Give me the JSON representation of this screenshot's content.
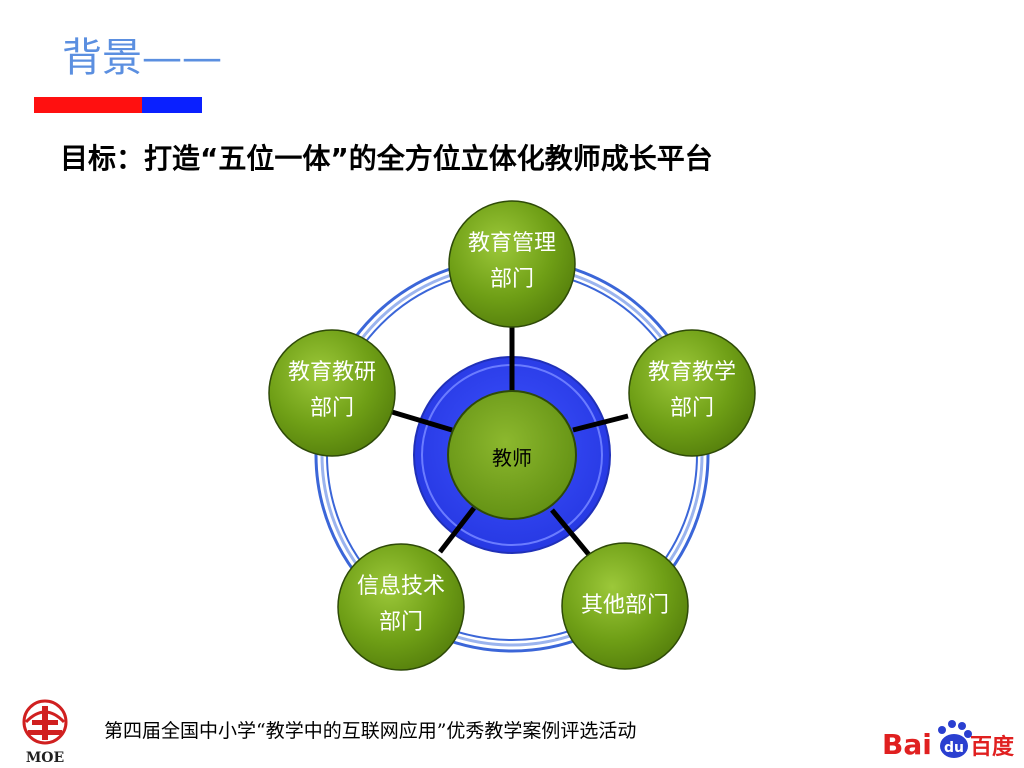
{
  "slide": {
    "title": "背景——",
    "subtitle": "目标：打造“五位一体”的全方位立体化教师成长平台"
  },
  "diagram": {
    "center": "教师",
    "nodes": [
      {
        "line1": "教育管理",
        "line2": "部门"
      },
      {
        "line1": "教育教学",
        "line2": "部门"
      },
      {
        "line1": "其他部门",
        "line2": ""
      },
      {
        "line1": "信息技术",
        "line2": "部门"
      },
      {
        "line1": "教育教研",
        "line2": "部门"
      }
    ]
  },
  "footer": {
    "caption": "第四届全国中小学“教学中的互联网应用”优秀教学案例评选活动",
    "left_logo_text": "MOE",
    "right_logo_text_latin": "Bai",
    "right_logo_text_du": "du",
    "right_logo_text_cn": "百度"
  },
  "colors": {
    "title": "#5b8fe0",
    "accent_red": "#ff1010",
    "accent_blue": "#0a20ff",
    "node_green": "#6aa01e",
    "ring_blue": "#2f55d4",
    "center_blue": "#3a4cf0"
  }
}
